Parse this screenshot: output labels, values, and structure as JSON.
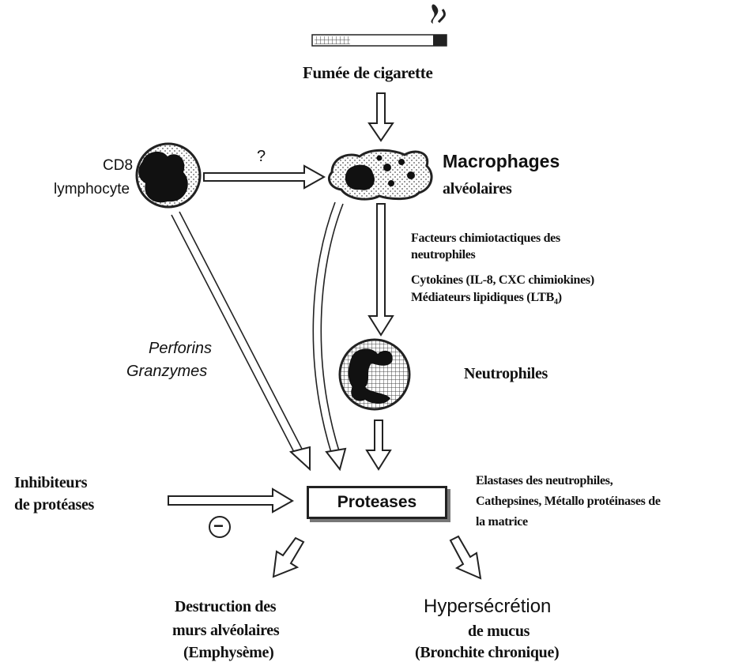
{
  "diagram": {
    "labels": {
      "smoke": "Fumée de cigarette",
      "cd8_line1": "CD8",
      "cd8_line2": "lymphocyte",
      "question": "?",
      "macro_line1": "Macrophages",
      "macro_line2": "alvéolaires",
      "factors_line1": "Facteurs chimiotactiques des",
      "factors_line2": "neutrophiles",
      "factors_line3": "Cytokines (IL-8, CXC chimiokines)",
      "factors_line4": "Médiateurs lipidiques (LTB",
      "factors_sub": "4",
      "factors_close": ")",
      "neutro": "Neutrophiles",
      "perf_line1": "Perforins",
      "perf_line2": "Granzymes",
      "inhib_line1": "Inhibiteurs",
      "inhib_line2": "de protéases",
      "minus": "−",
      "proteases": "Proteases",
      "enz_line1": "Elastases des neutrophiles,",
      "enz_line2": "Cathepsines, Métallo protéinases de",
      "enz_line3": "la matrice",
      "dest_line1": "Destruction des",
      "dest_line2": "murs alvéolaires",
      "dest_line3": "(Emphysème)",
      "hyper_line1": "Hypersécrétion",
      "hyper_line2": "de mucus",
      "hyper_line3": "(Bronchite chronique)"
    },
    "icons": [
      "cigarette-icon",
      "cd8-lymphocyte-cell-icon",
      "macrophage-cell-icon",
      "neutrophil-cell-icon"
    ]
  }
}
